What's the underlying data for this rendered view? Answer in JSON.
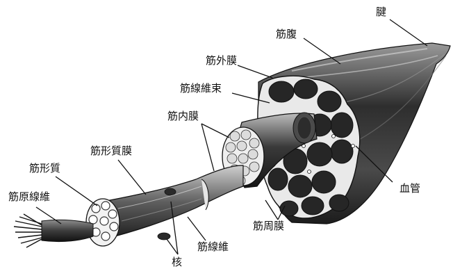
{
  "labels": {
    "tendon": "腱",
    "muscle_belly": "筋腹",
    "epimysium": "筋外膜",
    "fascicle": "筋線維束",
    "endomysium": "筋内膜",
    "sarcoplasm": "筋形質",
    "sarcolemma": "筋形質膜",
    "myofibril": "筋原線維",
    "blood_vessel": "血管",
    "perimysium": "筋周膜",
    "muscle_fiber": "筋線維",
    "nucleus": "核"
  },
  "colors": {
    "ink": "#111111",
    "muscle_dark": "#2a2a2a",
    "muscle_mid": "#6a6a6a",
    "muscle_light": "#bdbdbd",
    "fascicle_fill": "#3a3a3a",
    "membrane": "#e6e6e6"
  }
}
